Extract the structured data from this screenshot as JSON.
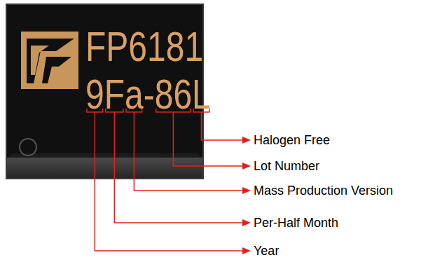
{
  "diagram": {
    "nodes": [
      {
        "text": [
          "FP6181",
          "9Fa-86L"
        ]
      }
    ],
    "labels": [
      "Halogen Free",
      "Lot Number",
      "Mass Production Version",
      "Per-Half Month",
      "Year"
    ]
  }
}
